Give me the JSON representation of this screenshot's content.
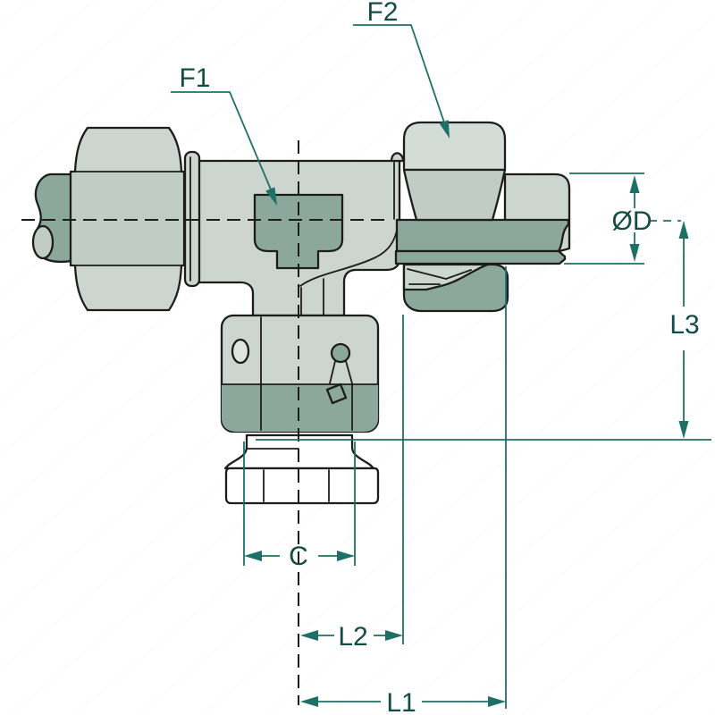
{
  "diagram": {
    "kind": "technical-drawing-tee-fitting-cross-section",
    "labels": {
      "f1": "F1",
      "f2": "F2",
      "outer_diameter": "ØD",
      "l3": "L3",
      "c": "C",
      "l2": "L2",
      "l1": "L1"
    },
    "colors": {
      "background": "#ffffff",
      "body_light": "#ccd5cf",
      "body_mid": "#c0ccc5",
      "body_highlight": "#d4dcd7",
      "section_dark": "#8ca79c",
      "inner_light": "#dfe6e2",
      "white_part": "#ffffff",
      "outline": "#1d1d1b",
      "dimension_line": "#1e7066",
      "dimension_text": "#134c43"
    }
  }
}
